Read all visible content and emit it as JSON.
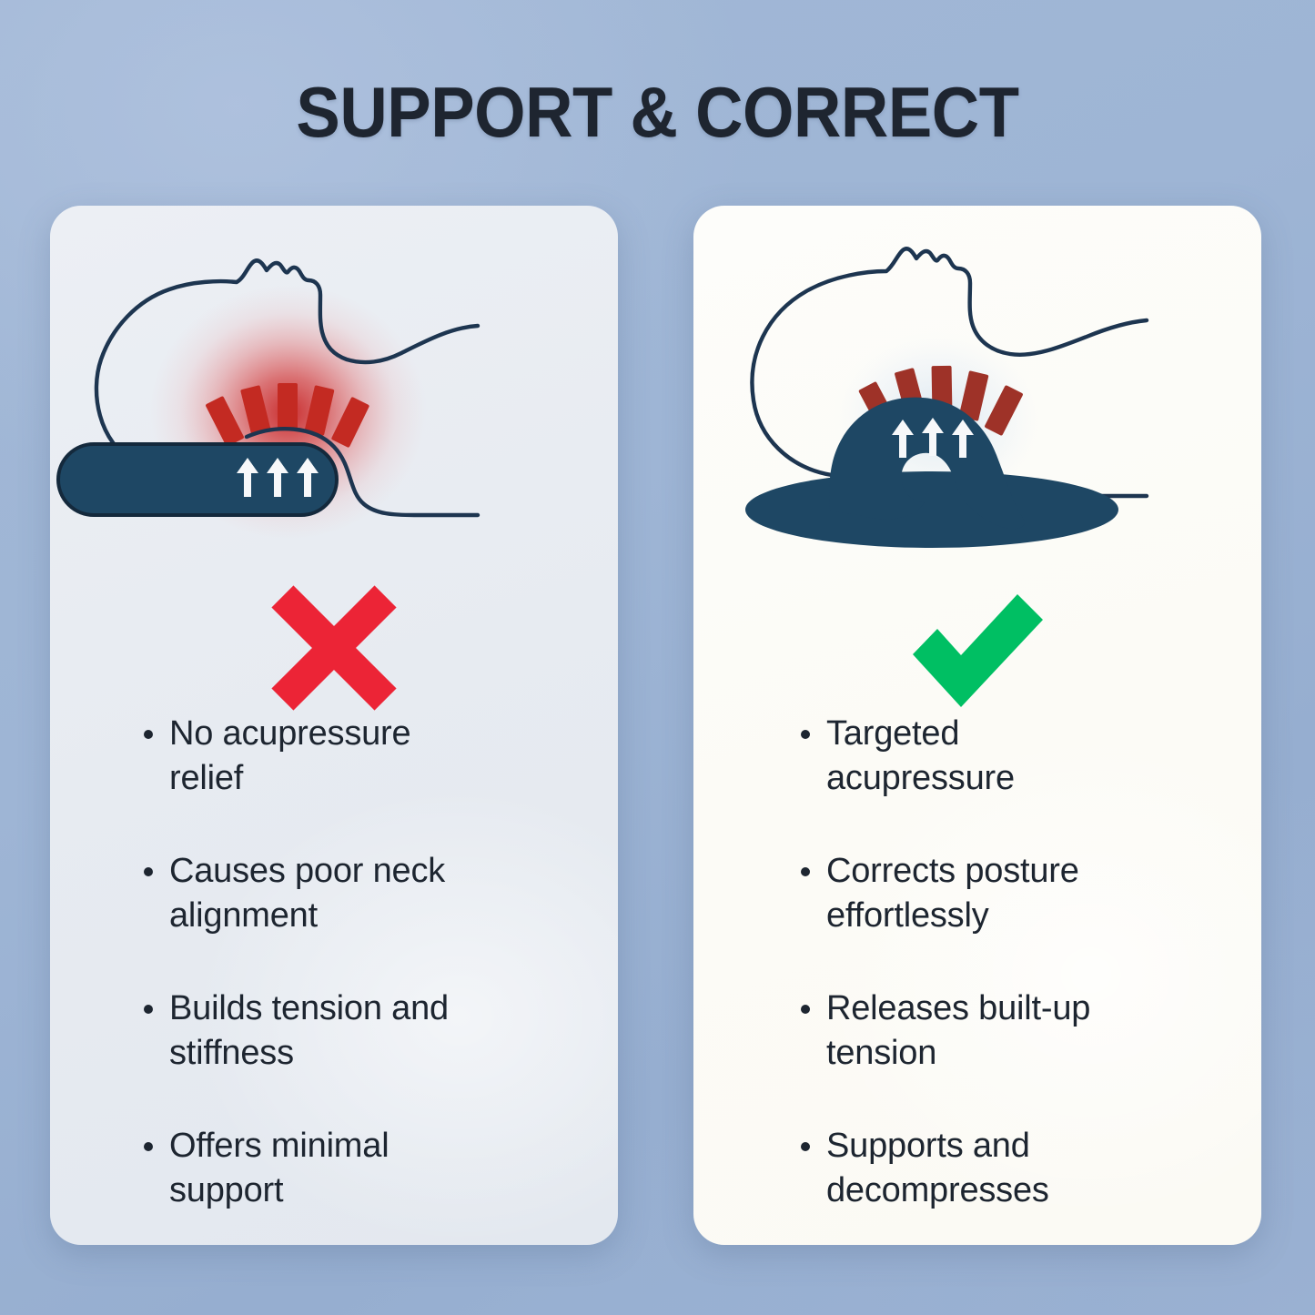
{
  "page": {
    "title": "SUPPORT & CORRECT",
    "background_color": "#9cb4d4",
    "title_color": "#1e2530"
  },
  "cards": {
    "bad": {
      "name": "flat-pillow-card",
      "background_color": "#e8ecf2",
      "verdict_icon": "cross-icon",
      "verdict_color": "#ec2436",
      "illustration": {
        "name": "flat-pillow-illustration",
        "pillow_shape": "flat-rounded-bar",
        "pillow_color": "#1e4764",
        "glow_icon": "pain-glow",
        "glow_color": "#d42020",
        "acupressure_bar_color": "#c32a22",
        "acupressure_bar_count": 5,
        "arrow_icon": "up-arrow",
        "arrow_count": 3,
        "arrow_color": "#ffffff",
        "head_outline_color": "#1d3550"
      },
      "bullets": [
        "No acupressure relief",
        "Causes poor neck alignment",
        "Builds tension and stiffness",
        "Offers minimal support"
      ]
    },
    "good": {
      "name": "contour-pillow-card",
      "background_color": "#fdfcf8",
      "verdict_icon": "check-icon",
      "verdict_color": "#00bf63",
      "illustration": {
        "name": "wave-pillow-illustration",
        "pillow_shape": "wave-contour",
        "pillow_color": "#1e4764",
        "acupressure_bar_color": "#9e3228",
        "acupressure_bar_count": 5,
        "arrow_icon": "up-arrow",
        "arrow_count": 3,
        "arrow_color": "#ffffff",
        "head_outline_color": "#1d3550"
      },
      "bullets": [
        "Targeted acupressure",
        "Corrects posture effortlessly",
        "Releases built-up tension",
        "Supports and decompresses"
      ]
    }
  }
}
